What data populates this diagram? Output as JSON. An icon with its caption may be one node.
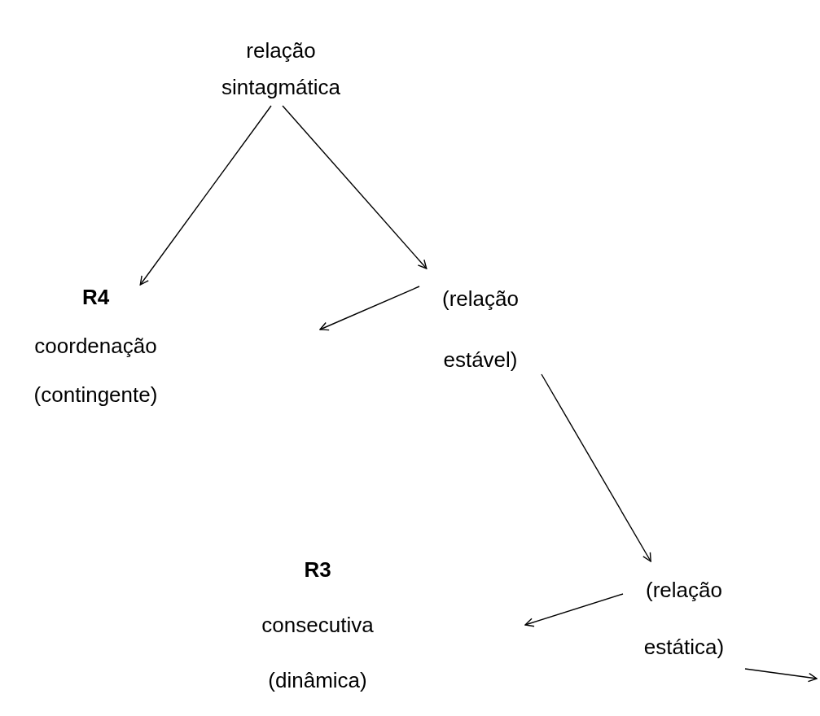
{
  "diagram": {
    "nodes": [
      {
        "text": [
          "relação sintagmática"
        ]
      },
      {
        "text": [
          "R4",
          "coordenação",
          "(contingente)"
        ]
      },
      {
        "text": [
          "(relação estável)"
        ]
      },
      {
        "text": [
          "R3",
          "consecutiva",
          "(dinâmica)"
        ]
      },
      {
        "text": [
          "(relação estática)"
        ]
      }
    ],
    "edges": [
      {
        "from": 0,
        "to": 1,
        "arrow": "to"
      },
      {
        "from": 0,
        "to": 2,
        "arrow": "to"
      },
      {
        "from": 2,
        "to": null,
        "arrow": "to"
      },
      {
        "from": 2,
        "to": 4,
        "arrow": "to"
      },
      {
        "from": 4,
        "to": null,
        "arrow": "to"
      },
      {
        "from": 4,
        "to": null,
        "arrow": "to"
      }
    ]
  }
}
